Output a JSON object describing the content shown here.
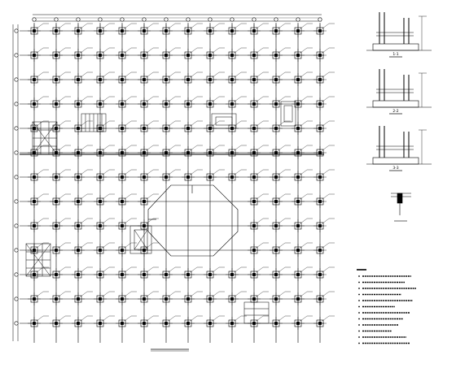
{
  "drawing": {
    "plan_title": "",
    "plan_scale": "",
    "section_labels": [
      "1-1",
      "2-2",
      "3-3"
    ],
    "notes_heading": "",
    "ink_color": "#000000",
    "background_color": "#ffffff"
  }
}
